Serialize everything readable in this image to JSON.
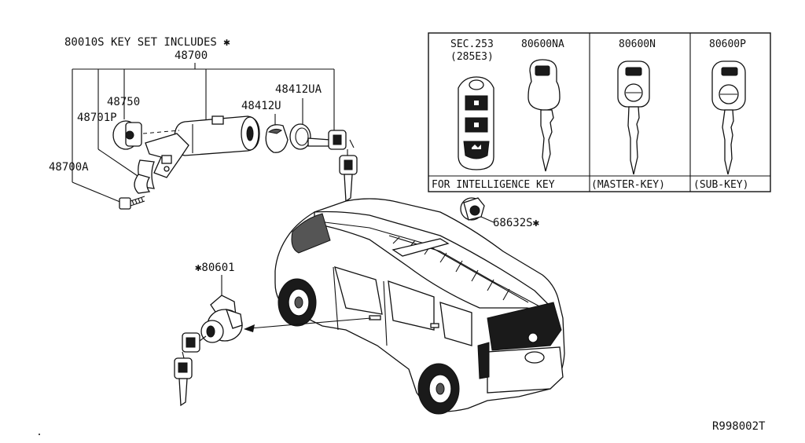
{
  "diagram": {
    "labels": {
      "key_set": "80010S KEY SET INCLUDES ✱",
      "p48700": "48700",
      "p48750": "48750",
      "p48701P": "48701P",
      "p48700A": "48700A",
      "p48412U": "48412U",
      "p48412UA": "48412UA",
      "p68632S": "68632S✱",
      "p80601": "✱80601",
      "ref": "R998002T"
    },
    "key_table": {
      "sec_title": "SEC.253",
      "sec_sub": "(285E3)",
      "col1": "80600NA",
      "col2": "80600N",
      "col3": "80600P",
      "cap_intelligence": "FOR INTELLIGENCE KEY",
      "cap_master": "(MASTER-KEY)",
      "cap_sub": "(SUB-KEY)"
    }
  }
}
